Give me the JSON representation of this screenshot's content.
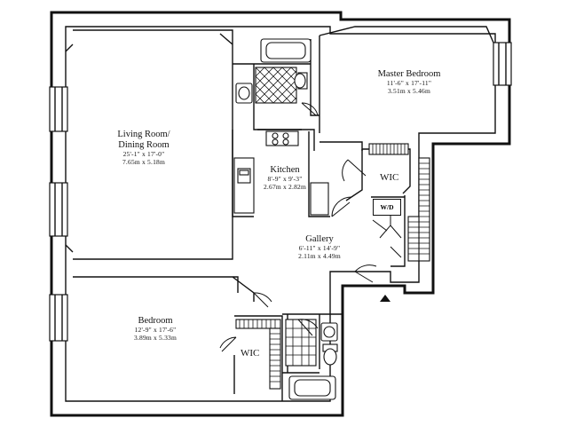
{
  "rooms": {
    "living": {
      "name": "Living Room/\nDining Room",
      "name_line1": "Living Room/",
      "name_line2": "Dining Room",
      "dim_imperial": "25'-1\" x 17'-0\"",
      "dim_metric": "7.65m x 5.18m"
    },
    "master": {
      "name": "Master Bedroom",
      "dim_imperial": "11'-6\" x 17'-11\"",
      "dim_metric": "3.51m x 5.46m"
    },
    "kitchen": {
      "name": "Kitchen",
      "dim_imperial": "8'-9\" x 9'-3\"",
      "dim_metric": "2.67m x 2.82m"
    },
    "gallery": {
      "name": "Gallery",
      "dim_imperial": "6'-11\" x 14'-9\"",
      "dim_metric": "2.11m x 4.49m"
    },
    "bedroom": {
      "name": "Bedroom",
      "dim_imperial": "12'-9\" x 17'-6\"",
      "dim_metric": "3.89m x 5.33m"
    }
  },
  "closets": {
    "wic_master": "WIC",
    "wic_bedroom": "WIC"
  },
  "appliances": {
    "washer_dryer": "W/D"
  }
}
